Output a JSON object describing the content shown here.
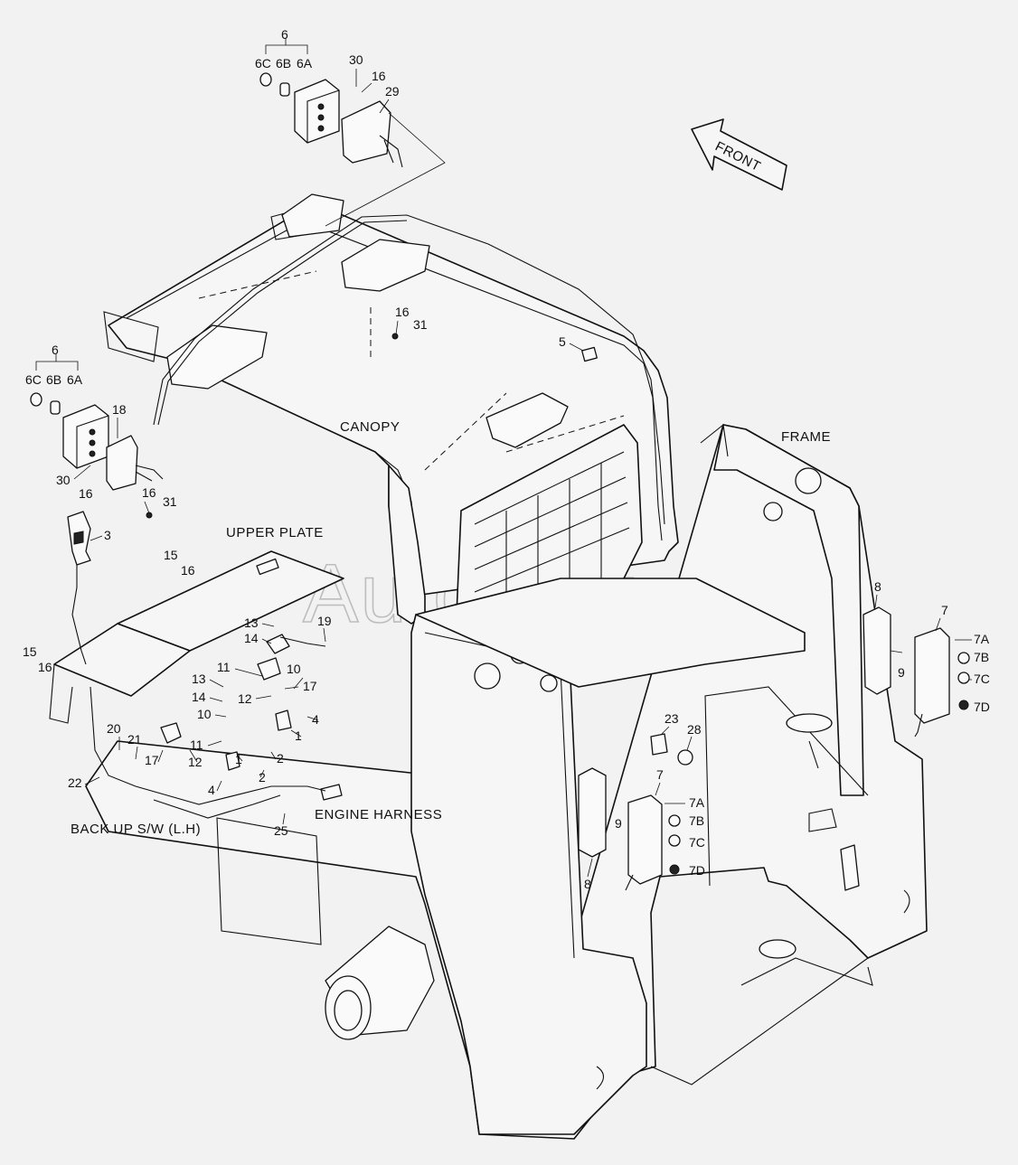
{
  "watermark": "AutoSoft",
  "direction_arrow": {
    "label": "FRONT"
  },
  "section_labels": {
    "canopy": "CANOPY",
    "frame": "FRAME",
    "upper_plate": "UPPER PLATE",
    "engine_harness": "ENGINE HARNESS",
    "back_up_sw": "BACK UP S/W (L.H)"
  },
  "callouts": {
    "lamp_top": {
      "group": "6",
      "c": "6C",
      "b": "6B",
      "a": "6A",
      "screw": "30",
      "washer": "16",
      "bracket": "29"
    },
    "lamp_left": {
      "group": "6",
      "c": "6C",
      "b": "6B",
      "a": "6A",
      "bracket": "18",
      "screw": "30",
      "washer": "16",
      "washer2": "16",
      "nut": "31"
    },
    "canopy_fasteners": {
      "washer": "16",
      "nut": "31",
      "part5": "5"
    },
    "joystick": "3",
    "plate": {
      "bolt": "15",
      "washer": "16",
      "bolt2": "15",
      "washer2": "16",
      "n13a": "13",
      "n14a": "14",
      "n19": "19",
      "n11a": "11",
      "n10a": "10",
      "n17a": "17",
      "n12a": "12",
      "n13b": "13",
      "n14b": "14",
      "n10b": "10",
      "n11b": "11",
      "n17b": "17",
      "n12b": "12",
      "n4a": "4",
      "n1a": "1",
      "n2a": "2",
      "n1b": "1",
      "n2b": "2",
      "n4b": "4",
      "n20": "20",
      "n21": "21",
      "n22": "22",
      "n25": "25"
    },
    "rear_right": {
      "n8": "8",
      "n7": "7",
      "n7a": "7A",
      "n7b": "7B",
      "n7c": "7C",
      "n7d": "7D",
      "n9": "9"
    },
    "rear_center": {
      "n7": "7",
      "n7a": "7A",
      "n7b": "7B",
      "n7c": "7C",
      "n7d": "7D",
      "n9": "9",
      "n8": "8",
      "n23": "23",
      "n28": "28"
    }
  }
}
